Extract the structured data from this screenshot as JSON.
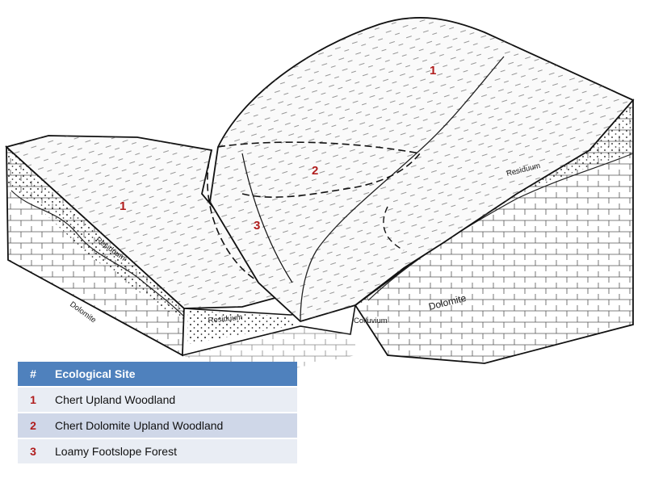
{
  "diagram": {
    "site_labels": [
      "1",
      "2",
      "1",
      "3"
    ],
    "layer_labels": {
      "residuum_left_face": "Residuum",
      "dolomite_left_face": "Dolomite",
      "residuum_front": "Residuum",
      "colluvium": "Colluvium",
      "dolomite_front": "Dolomite",
      "residuum_right": "Residuum"
    }
  },
  "legend": {
    "header_num": "#",
    "header_name": "Ecological Site",
    "rows": [
      {
        "num": "1",
        "name": "Chert Upland Woodland"
      },
      {
        "num": "2",
        "name": "Chert Dolomite Upland Woodland"
      },
      {
        "num": "3",
        "name": "Loamy Footslope Forest"
      }
    ]
  }
}
